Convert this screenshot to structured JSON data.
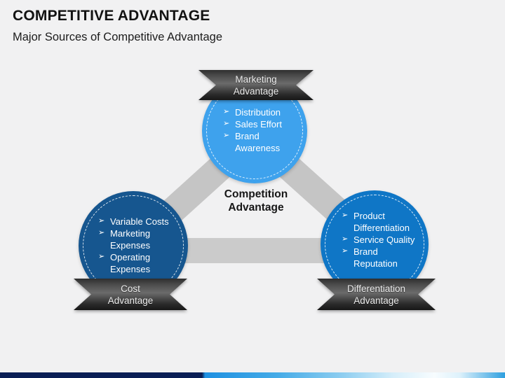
{
  "slide": {
    "title": "COMPETITIVE ADVANTAGE",
    "subtitle": "Major Sources of Competitive Advantage"
  },
  "diagram": {
    "center_label": "Competition\nAdvantage",
    "bullet_glyph": "➢",
    "nodes": {
      "marketing": {
        "ribbon": "Marketing\nAdvantage",
        "items": [
          "Distribution",
          "Sales Effort",
          "Brand Awareness"
        ],
        "circle_color": "#3ea2ed"
      },
      "cost": {
        "ribbon": "Cost\nAdvantage",
        "items": [
          "Variable Costs",
          "Marketing Expenses",
          "Operating Expenses"
        ],
        "circle_color": "#16568f"
      },
      "differentiation": {
        "ribbon": "Differentiation\nAdvantage",
        "items": [
          "Product Differentiation",
          "Service Quality",
          "Brand Reputation"
        ],
        "circle_color": "#0f76c6"
      }
    },
    "colors": {
      "connector_gray": "#c5c5c5",
      "ribbon_dark": "#2e2e2e",
      "footer_navy": "#0a1e55",
      "footer_blue": "#1e90e1",
      "background": "#f1f1f2"
    }
  }
}
